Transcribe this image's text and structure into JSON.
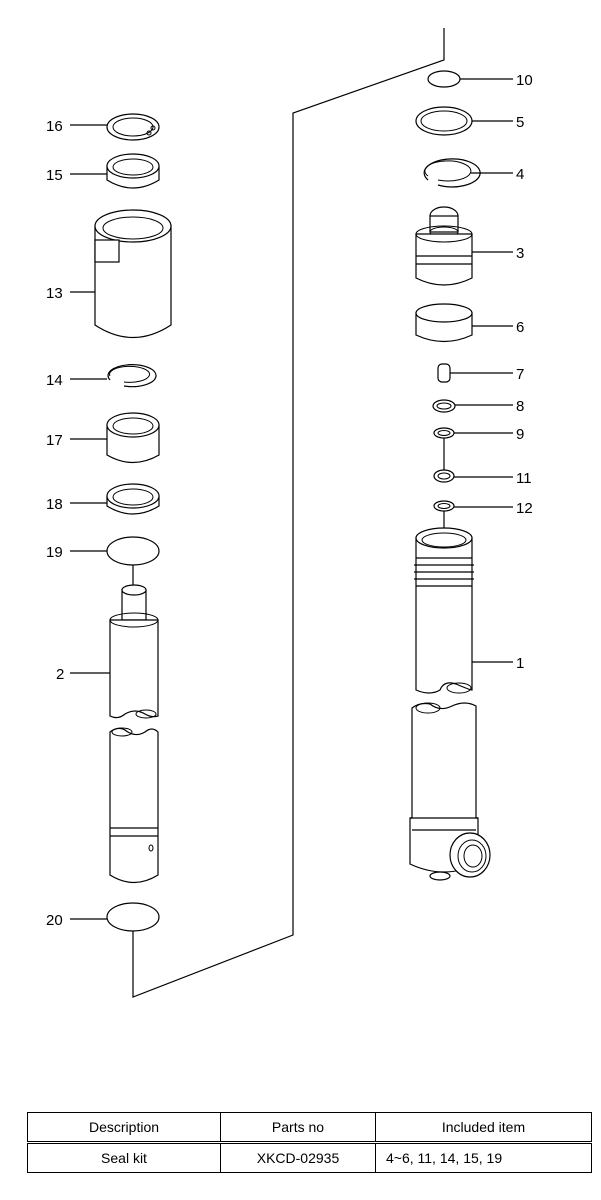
{
  "callouts": {
    "c1": "1",
    "c2": "2",
    "c3": "3",
    "c4": "4",
    "c5": "5",
    "c6": "6",
    "c7": "7",
    "c8": "8",
    "c9": "9",
    "c10": "10",
    "c11": "11",
    "c12": "12",
    "c13": "13",
    "c14": "14",
    "c15": "15",
    "c16": "16",
    "c17": "17",
    "c18": "18",
    "c19": "19",
    "c20": "20"
  },
  "table": {
    "headers": {
      "description": "Description",
      "parts_no": "Parts no",
      "included": "Included item"
    },
    "rows": [
      {
        "description": "Seal kit",
        "parts_no": "XKCD-02935",
        "included": "4~6, 11, 14, 15, 19"
      }
    ]
  }
}
